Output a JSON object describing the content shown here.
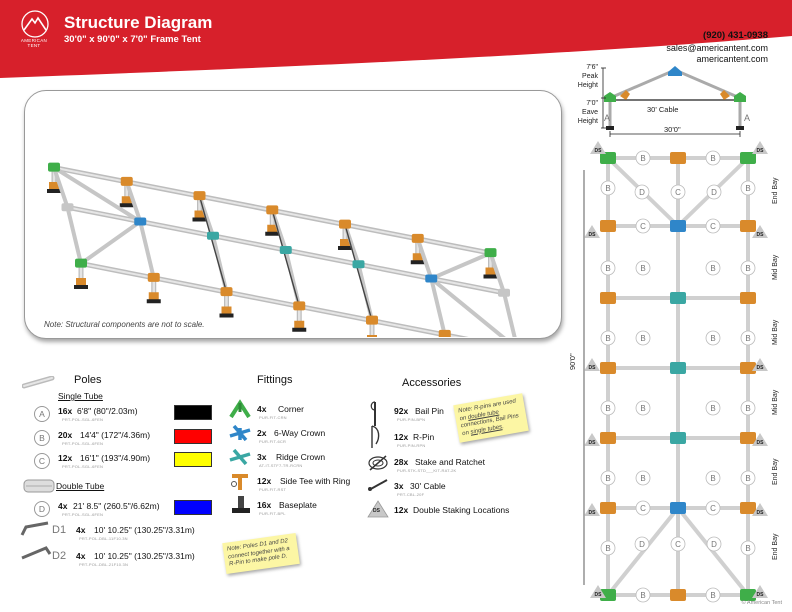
{
  "header": {
    "title": "Structure Diagram",
    "subtitle": "30'0\" x 90'0\" x 7'0\" Frame Tent",
    "brand_line1": "AMERICAN",
    "brand_line2": "TENT",
    "phone": "(920) 431-0938",
    "email": "sales@americantent.com",
    "website": "americantent.com",
    "band_color": "#d7202b"
  },
  "render_note": "Note: Structural components are not to scale.",
  "elevation": {
    "peak_label": "7'6\"\nPeak\nHeight",
    "eave_label": "7'0\"\nEave\nHeight",
    "cable_label": "30' Cable",
    "width_label": "30'0\"",
    "pole_letter": "A"
  },
  "plan": {
    "length_label": "90'0\"",
    "bays": [
      "End Bay",
      "Mid Bay",
      "Mid Bay",
      "Mid Bay",
      "End Bay",
      "End Bay"
    ],
    "staking_tag": "DS",
    "letters": {
      "b": "B",
      "c": "C",
      "d": "D"
    }
  },
  "poles": {
    "title": "Poles",
    "single_title": "Single Tube",
    "double_title": "Double Tube",
    "items": [
      {
        "letter": "A",
        "qty": "16x",
        "size": "6'8\" (80\"/2.03m)",
        "pn": "PRT-POL-SGL-6FEN",
        "color": "#000000"
      },
      {
        "letter": "B",
        "qty": "20x",
        "size": "14'4\" (172\"/4.36m)",
        "pn": "PRT-POL-SGL-6FEN",
        "color": "#ff0000"
      },
      {
        "letter": "C",
        "qty": "12x",
        "size": "16'1\" (193\"/4.90m)",
        "pn": "PRT-POL-SGL-6FEN",
        "color": "#ffff00"
      },
      {
        "letter": "D",
        "qty": "4x",
        "size": "21' 8.5\" (260.5\"/6.62m)",
        "pn": "PRT-POL-SGL-6FEN",
        "color": "#0000ff"
      },
      {
        "letter": "D1",
        "qty": "4x",
        "size": "10' 10.25\" (130.25\"/3.31m)",
        "pn": "PRT-POL-DBL-11F10.3N",
        "color": ""
      },
      {
        "letter": "D2",
        "qty": "4x",
        "size": "10' 10.25\" (130.25\"/3.31m)",
        "pn": "PRT-POL-DBL-21F10.3N",
        "color": ""
      }
    ],
    "note": "Note: Poles D1 and D2 connect together with a R-Pin to make pole D."
  },
  "fittings": {
    "title": "Fittings",
    "items": [
      {
        "qty": "4x",
        "name": "Corner",
        "pn": "PUR-FIT-CRN",
        "color": "#3fae49"
      },
      {
        "qty": "2x",
        "name": "6-Way Crown",
        "pn": "PUR-FIT-6CR",
        "color": "#2f86c9"
      },
      {
        "qty": "3x",
        "name": "Ridge Crown",
        "pn": "AT-IT-STF7-TR-RCRN",
        "color": "#3aa7a3"
      },
      {
        "qty": "12x",
        "name": "Side Tee with Ring",
        "pn": "PUR-FIT-RST",
        "color": "#d98a2b"
      },
      {
        "qty": "16x",
        "name": "Baseplate",
        "pn": "PUR-FIT-BPL",
        "color": "#222222"
      }
    ]
  },
  "accessories": {
    "title": "Accessories",
    "items": [
      {
        "qty": "92x",
        "name": "Bail Pin",
        "pn": "PUR-PIN-BPN"
      },
      {
        "qty": "12x",
        "name": "R-Pin",
        "pn": "PUR-PIN-RPN"
      },
      {
        "qty": "28x",
        "name": "Stake and Ratchet",
        "pn": "PUR-STK-STD___KIT-RAT-2K"
      },
      {
        "qty": "3x",
        "name": "30' Cable",
        "pn": "PRT-CBL-20F"
      },
      {
        "qty": "12x",
        "name": "Double Staking Locations",
        "pn": ""
      }
    ],
    "ds_tag": "DS",
    "note_pre": "Note: R-pins are used on ",
    "note_u1": "double tube",
    "note_mid": " connections, Bail Pins on ",
    "note_u2": "single tubes",
    "note_end": "."
  },
  "copyright": "© American Tent"
}
